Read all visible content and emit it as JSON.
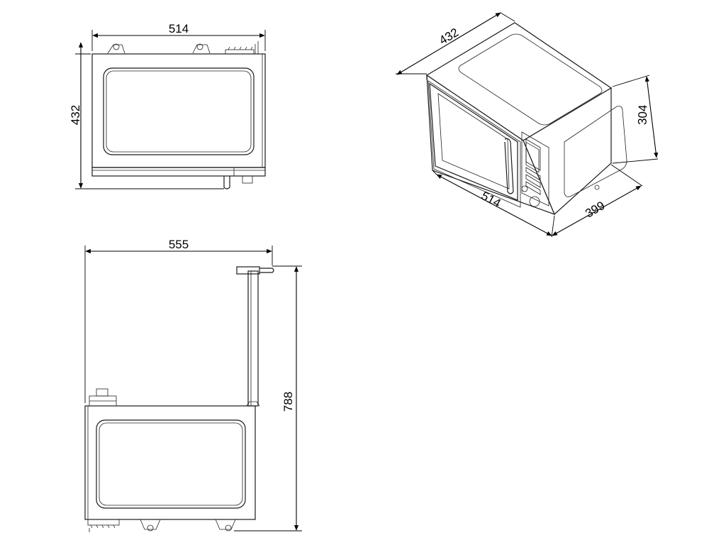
{
  "dimensions": {
    "top_view_width": "514",
    "top_view_depth": "432",
    "side_view_depth": "555",
    "side_view_height": "788",
    "iso_depth": "432",
    "iso_width": "514",
    "iso_height": "304",
    "iso_side_depth": "399"
  }
}
